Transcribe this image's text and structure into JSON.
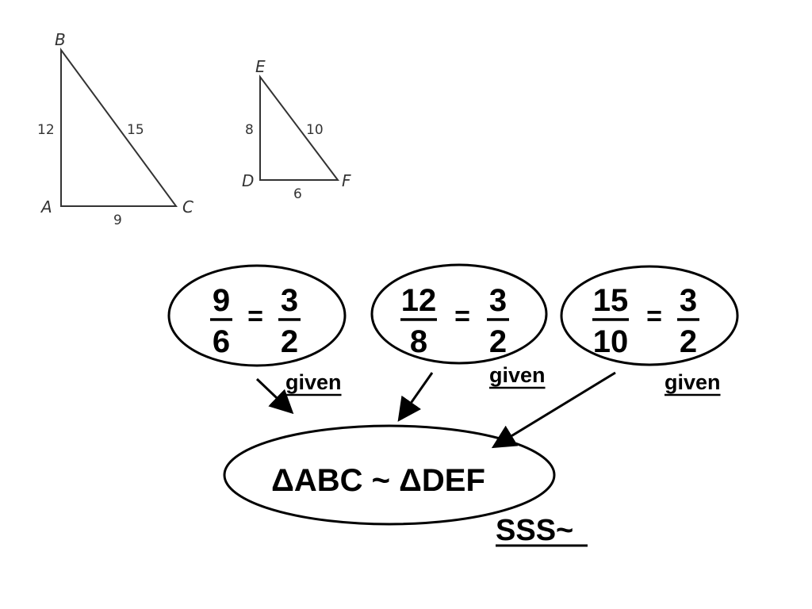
{
  "triangle_abc": {
    "vertices": {
      "a": "A",
      "b": "B",
      "c": "C"
    },
    "sides": {
      "ab": "12",
      "bc": "15",
      "ac": "9"
    }
  },
  "triangle_def": {
    "vertices": {
      "d": "D",
      "e": "E",
      "f": "F"
    },
    "sides": {
      "de": "8",
      "ef": "10",
      "df": "6"
    }
  },
  "ratios": [
    {
      "num": "9",
      "den": "6",
      "eq": "=",
      "rnum": "3",
      "rden": "2",
      "note": "given"
    },
    {
      "num": "12",
      "den": "8",
      "eq": "=",
      "rnum": "3",
      "rden": "2",
      "note": "given"
    },
    {
      "num": "15",
      "den": "10",
      "eq": "=",
      "rnum": "3",
      "rden": "2",
      "note": "given"
    }
  ],
  "conclusion": "ΔABC ~ ΔDEF",
  "reason": "SSS~"
}
